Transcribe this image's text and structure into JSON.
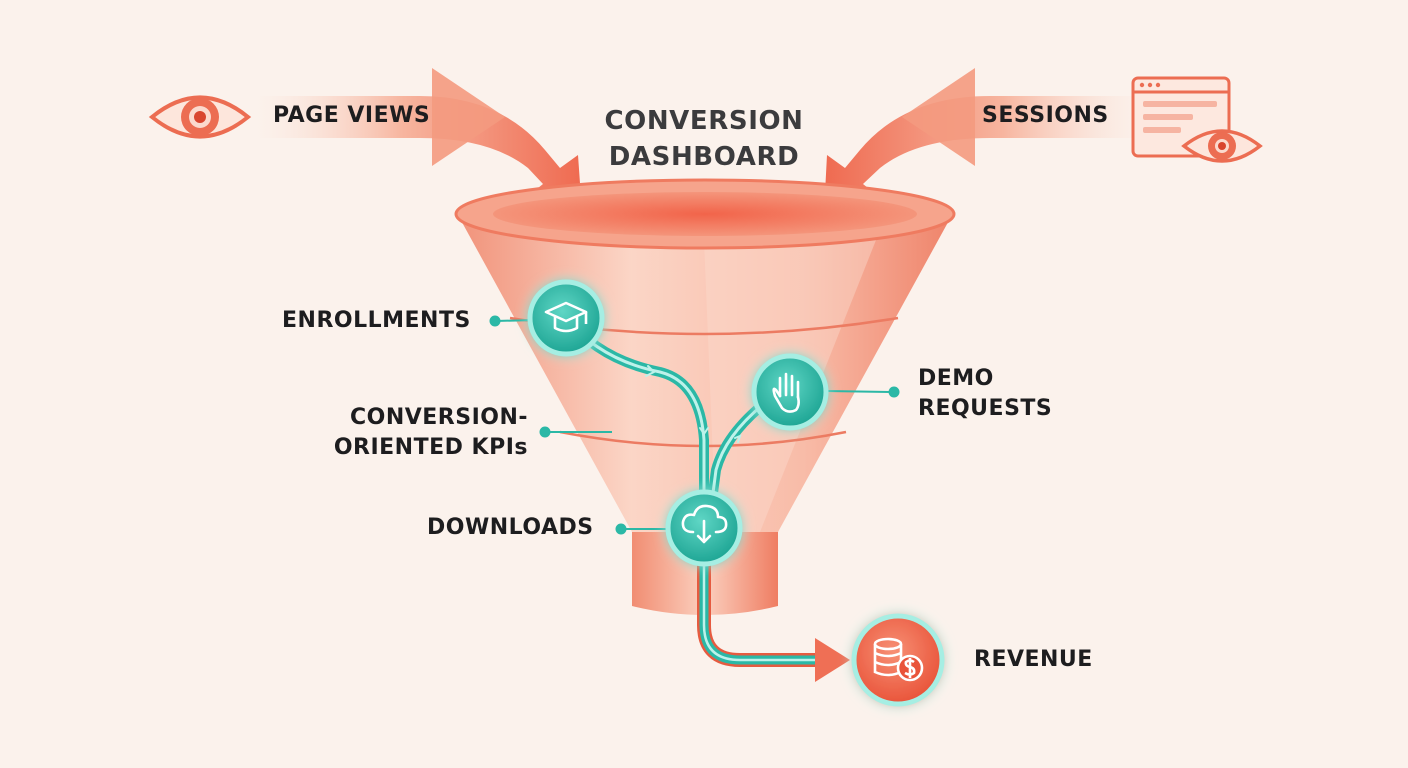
{
  "title": {
    "line1": "CONVERSION",
    "line2": "DASHBOARD"
  },
  "inputs": {
    "page_views": {
      "label": "PAGE VIEWS",
      "icon": "eye-icon"
    },
    "sessions": {
      "label": "SESSIONS",
      "icon": "browser-window-eye-icon"
    }
  },
  "kpis": {
    "enrollments": {
      "label": "ENROLLMENTS",
      "icon": "graduation-cap-icon"
    },
    "demo_requests": {
      "line1": "DEMO",
      "line2": "REQUESTS",
      "icon": "raised-hand-icon"
    },
    "conversion_kpis": {
      "line1": "CONVERSION-",
      "line2": "ORIENTED KPIs"
    },
    "downloads": {
      "label": "DOWNLOADS",
      "icon": "cloud-download-icon"
    },
    "revenue": {
      "label": "REVENUE",
      "icon": "coins-dollar-icon"
    }
  },
  "colors": {
    "background": "#fbf2ec",
    "funnel": "#f6a28a",
    "funnel_dark": "#ef6f55",
    "arrow": "#f07b60",
    "teal": "#2bb8a6",
    "teal_light": "#a6eee3",
    "text": "#1d1d1f"
  }
}
